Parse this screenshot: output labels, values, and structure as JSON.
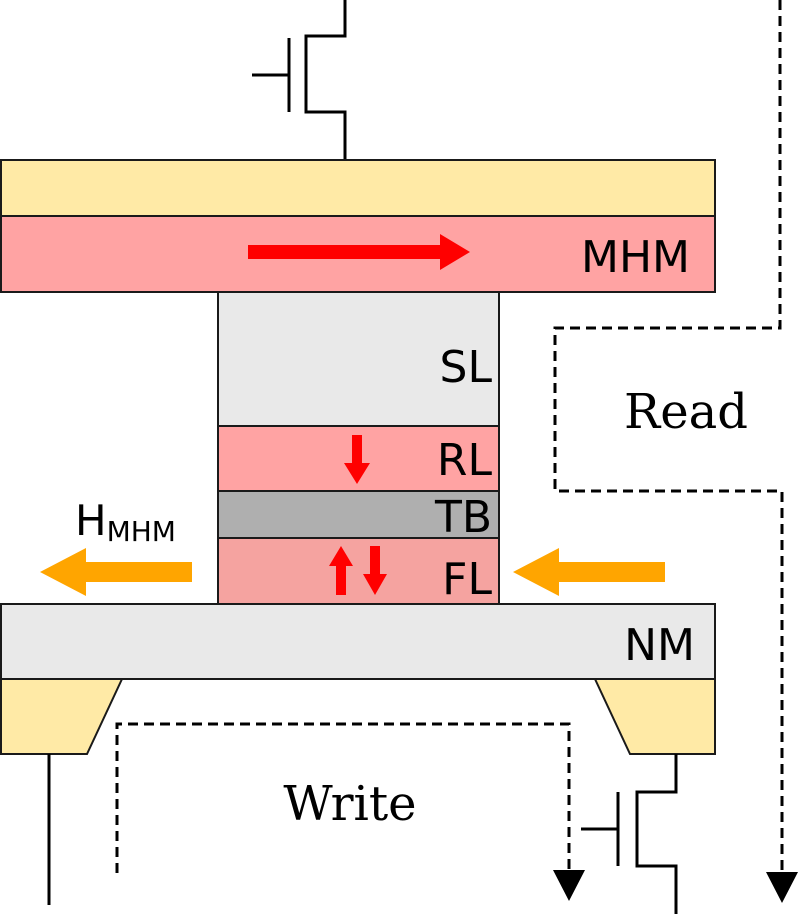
{
  "diagram": {
    "type": "SOT-MTJ device cross-section with read/write paths",
    "colors": {
      "electrode": "#FFEAA6",
      "magnetic_red": "#FFA3A3",
      "free_layer": "#F5A3A0",
      "spacer_gray": "#E9E9E9",
      "barrier_gray": "#AFAFAF",
      "magnetization_arrow": "#FF0000",
      "field_arrow": "#FFA500"
    },
    "layers": {
      "mhm": "MHM",
      "sl": "SL",
      "rl": "RL",
      "tb": "TB",
      "fl": "FL",
      "nm": "NM"
    },
    "field_label": {
      "main": "H",
      "subscript": "MHM"
    },
    "paths": {
      "read": "Read",
      "write": "Write"
    },
    "magnetization": {
      "mhm": "right",
      "rl": "down",
      "fl": "up/down (bistable)",
      "field": "left"
    }
  }
}
